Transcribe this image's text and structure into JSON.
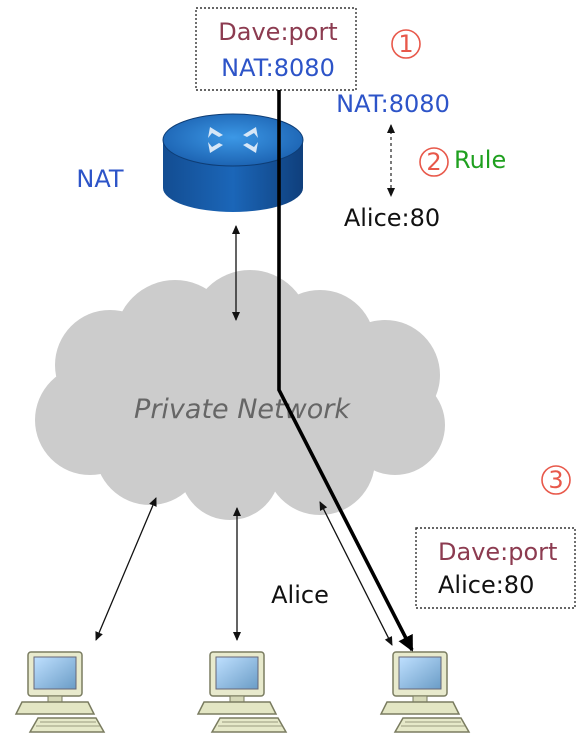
{
  "packet_top": {
    "src": "Dave:port",
    "dst": "NAT:8080"
  },
  "packet_bottom": {
    "src": "Dave:port",
    "dst": "Alice:80"
  },
  "rule": {
    "from": "NAT:8080",
    "to": "Alice:80",
    "label": "Rule"
  },
  "labels": {
    "nat": "NAT",
    "cloud": "Private Network",
    "alice": "Alice"
  },
  "steps": [
    "1",
    "2",
    "3"
  ],
  "colors": {
    "maroon": "#8c3b50",
    "blue": "#2d54c8",
    "green": "#1fa01f",
    "step_red": "#e8584a",
    "cloud": "#cccccc",
    "router": "#1c6fbf"
  },
  "icons": [
    "router-icon",
    "cloud-shape",
    "computer-icon"
  ]
}
